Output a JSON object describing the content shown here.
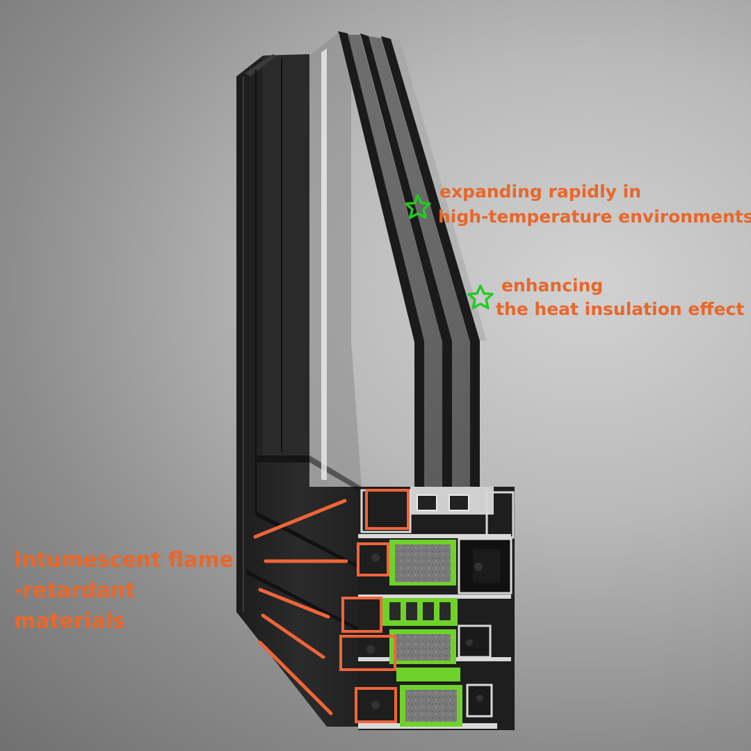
{
  "annotations": {
    "expanding": {
      "line1": "expanding rapidly in",
      "line2": "high-temperature environments"
    },
    "enhancing": {
      "line1": "enhancing",
      "line2": "the heat insulation effect"
    },
    "intumescent": {
      "line1": "Intumescent flame",
      "line2": "-retardant",
      "line3": "materials"
    }
  },
  "colors": {
    "label": "#e8672a",
    "marker_box": "#f0653a",
    "star": "#22cc22",
    "frame": "#232323",
    "gasket": "#6fd22a",
    "insulation": "#7c7c7c",
    "glass": "#4a4a4a"
  },
  "icons": [
    "star-icon"
  ]
}
